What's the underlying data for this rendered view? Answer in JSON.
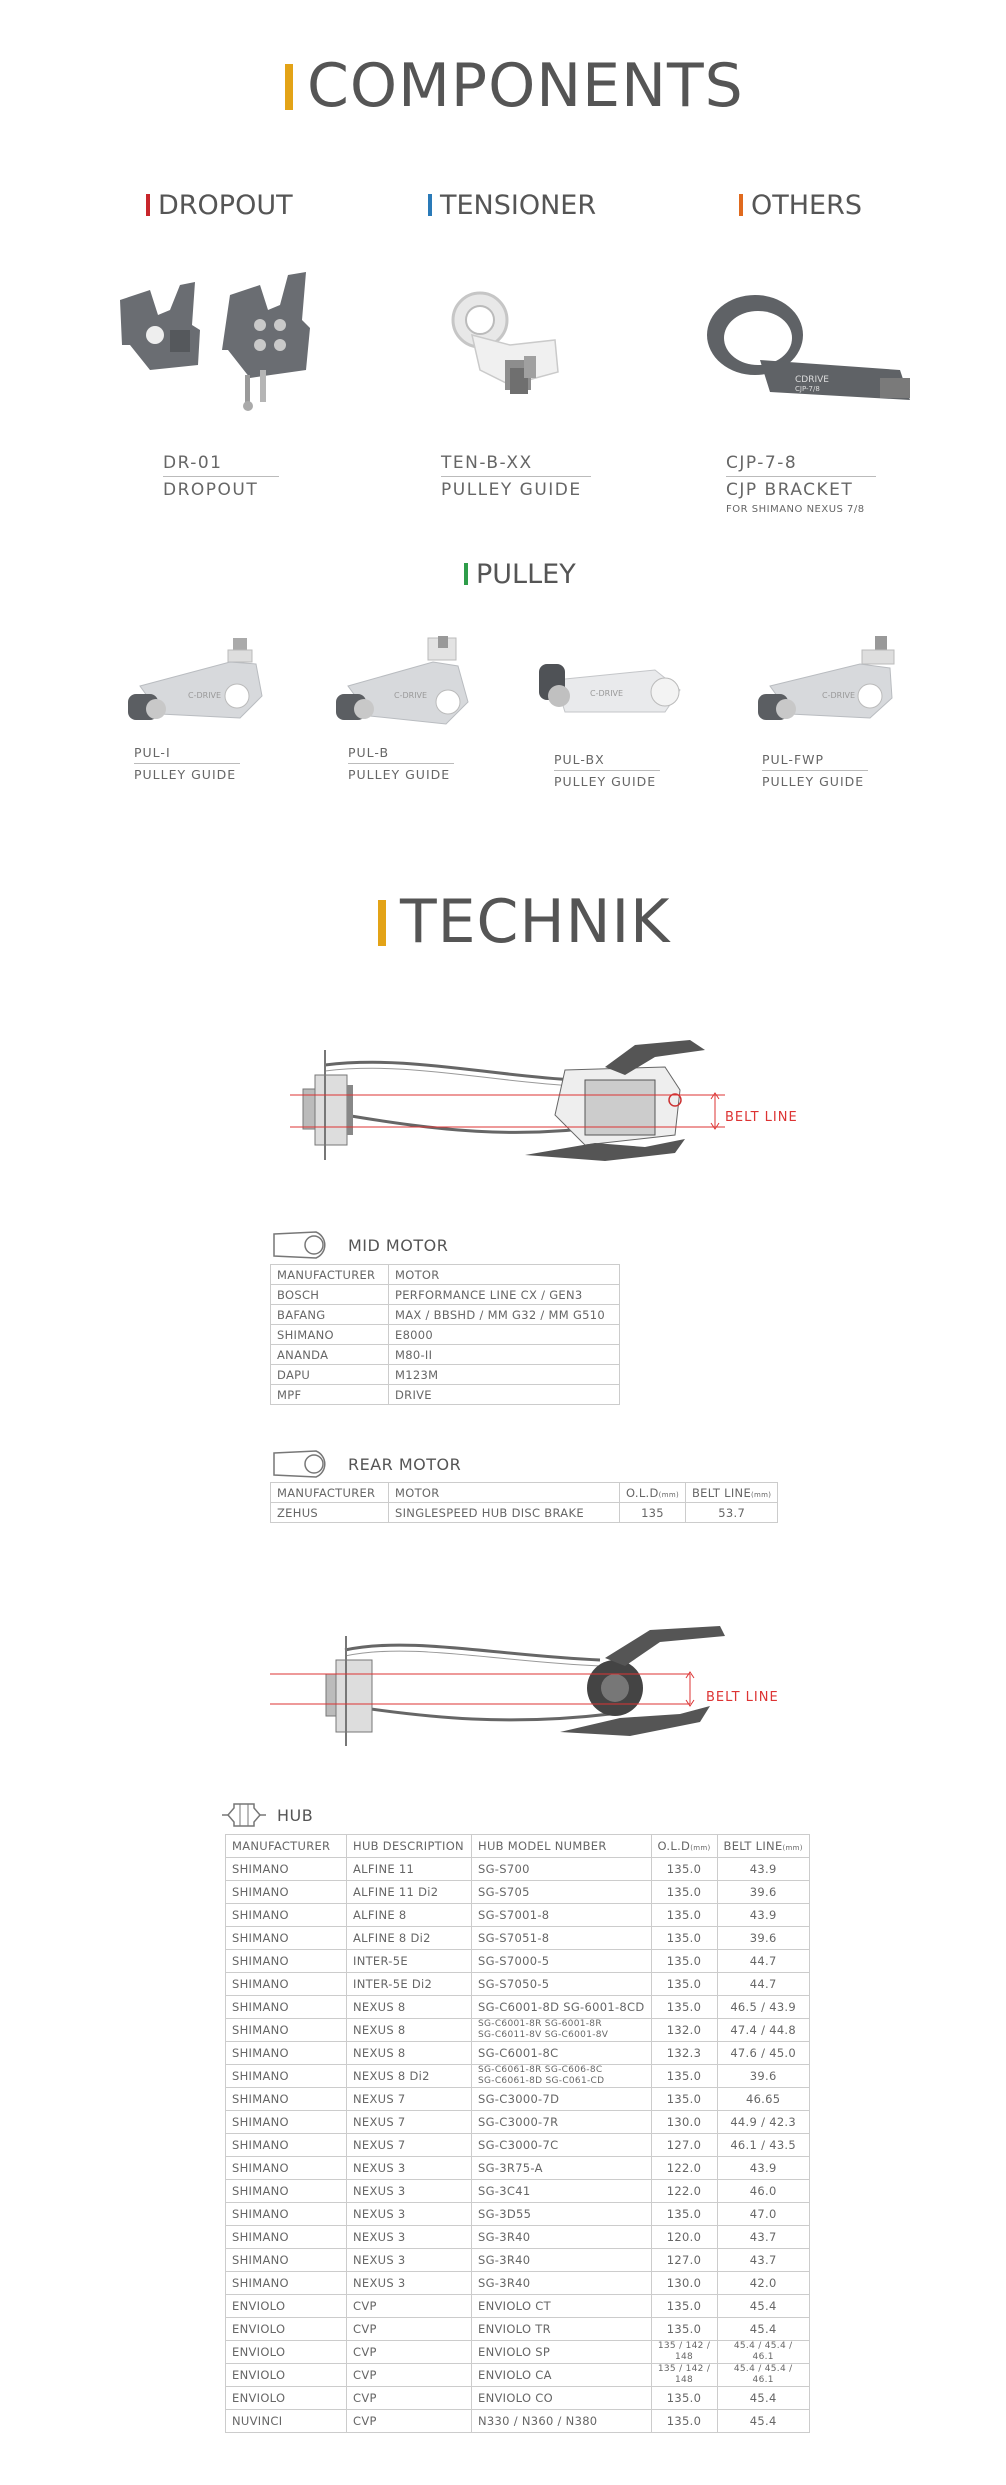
{
  "components": {
    "title": "COMPONENTS",
    "accent": "#e3a317",
    "categories": [
      {
        "name": "DROPOUT",
        "color": "#c8262b"
      },
      {
        "name": "TENSIONER",
        "color": "#2a7ab8"
      },
      {
        "name": "OTHERS",
        "color": "#e06a1e"
      }
    ],
    "products": [
      {
        "code": "DR-01",
        "name": "DROPOUT"
      },
      {
        "code": "TEN-B-XX",
        "name": "PULLEY GUIDE"
      },
      {
        "code": "CJP-7-8",
        "name": "CJP BRACKET",
        "note": "FOR SHIMANO NEXUS 7/8"
      }
    ],
    "pulley": {
      "name": "PULLEY",
      "color": "#2e9d4a",
      "items": [
        {
          "code": "PUL-I",
          "name": "PULLEY GUIDE"
        },
        {
          "code": "PUL-B",
          "name": "PULLEY GUIDE"
        },
        {
          "code": "PUL-BX",
          "name": "PULLEY GUIDE"
        },
        {
          "code": "PUL-FWP",
          "name": "PULLEY GUIDE"
        }
      ]
    }
  },
  "technik": {
    "title": "TECHNIK",
    "belt_line_label": "BELT LINE",
    "product_brand": "C-DRIVE",
    "bracket_brand_1": "CDRIVE",
    "bracket_brand_2": "CJP-7/8",
    "mid_motor": {
      "label": "MID MOTOR",
      "headers": [
        "MANUFACTURER",
        "MOTOR"
      ],
      "rows": [
        [
          "BOSCH",
          "PERFORMANCE LINE CX / GEN3"
        ],
        [
          "BAFANG",
          "MAX / BBSHD / MM G32 / MM G510"
        ],
        [
          "SHIMANO",
          "E8000"
        ],
        [
          "ANANDA",
          "M80-II"
        ],
        [
          "DAPU",
          "M123M"
        ],
        [
          "MPF",
          "DRIVE"
        ]
      ]
    },
    "rear_motor": {
      "label": "REAR MOTOR",
      "headers": [
        "MANUFACTURER",
        "MOTOR",
        "O.L.D",
        "BELT LINE"
      ],
      "unit": "(mm)",
      "rows": [
        [
          "ZEHUS",
          "SINGLESPEED HUB DISC BRAKE",
          "135",
          "53.7"
        ]
      ]
    },
    "hub": {
      "label": "HUB",
      "headers": [
        "MANUFACTURER",
        "HUB DESCRIPTION",
        "HUB MODEL NUMBER",
        "O.L.D",
        "BELT LINE"
      ],
      "unit": "(mm)",
      "rows": [
        [
          "SHIMANO",
          "ALFINE 11",
          "SG-S700",
          "135.0",
          "43.9"
        ],
        [
          "SHIMANO",
          "ALFINE 11 Di2",
          "SG-S705",
          "135.0",
          "39.6"
        ],
        [
          "SHIMANO",
          "ALFINE 8",
          "SG-S7001-8",
          "135.0",
          "43.9"
        ],
        [
          "SHIMANO",
          "ALFINE 8  Di2",
          "SG-S7051-8",
          "135.0",
          "39.6"
        ],
        [
          "SHIMANO",
          "INTER-5E",
          "SG-S7000-5",
          "135.0",
          "44.7"
        ],
        [
          "SHIMANO",
          "INTER-5E Di2",
          "SG-S7050-5",
          "135.0",
          "44.7"
        ],
        [
          "SHIMANO",
          "NEXUS 8",
          "SG-C6001-8D SG-6001-8CD",
          "135.0",
          "46.5 / 43.9"
        ],
        [
          "SHIMANO",
          "NEXUS 8",
          "SG-C6001-8R SG-6001-8R\nSG-C6011-8V SG-C6001-8V",
          "132.0",
          "47.4 / 44.8"
        ],
        [
          "SHIMANO",
          "NEXUS 8",
          "SG-C6001-8C",
          "132.3",
          "47.6 / 45.0"
        ],
        [
          "SHIMANO",
          "NEXUS 8 Di2",
          "SG-C6061-8R SG-C606-8C\nSG-C6061-8D SG-C061-CD",
          "135.0",
          "39.6"
        ],
        [
          "SHIMANO",
          "NEXUS 7",
          "SG-C3000-7D",
          "135.0",
          "46.65"
        ],
        [
          "SHIMANO",
          "NEXUS 7",
          "SG-C3000-7R",
          "130.0",
          "44.9 / 42.3"
        ],
        [
          "SHIMANO",
          "NEXUS 7",
          "SG-C3000-7C",
          "127.0",
          "46.1 / 43.5"
        ],
        [
          "SHIMANO",
          "NEXUS 3",
          "SG-3R75-A",
          "122.0",
          "43.9"
        ],
        [
          "SHIMANO",
          "NEXUS 3",
          "SG-3C41",
          "122.0",
          "46.0"
        ],
        [
          "SHIMANO",
          "NEXUS 3",
          "SG-3D55",
          "135.0",
          "47.0"
        ],
        [
          "SHIMANO",
          "NEXUS 3",
          "SG-3R40",
          "120.0",
          "43.7"
        ],
        [
          "SHIMANO",
          "NEXUS 3",
          "SG-3R40",
          "127.0",
          "43.7"
        ],
        [
          "SHIMANO",
          "NEXUS 3",
          "SG-3R40",
          "130.0",
          "42.0"
        ],
        [
          "ENVIOLO",
          "CVP",
          "ENVIOLO CT",
          "135.0",
          "45.4"
        ],
        [
          "ENVIOLO",
          "CVP",
          "ENVIOLO TR",
          "135.0",
          "45.4"
        ],
        [
          "ENVIOLO",
          "CVP",
          "ENVIOLO SP",
          "135 / 142 / 148",
          "45.4 / 45.4 / 46.1"
        ],
        [
          "ENVIOLO",
          "CVP",
          "ENVIOLO CA",
          "135 / 142 / 148",
          "45.4 / 45.4 / 46.1"
        ],
        [
          "ENVIOLO",
          "CVP",
          "ENVIOLO CO",
          "135.0",
          "45.4"
        ],
        [
          "NUVINCI",
          "CVP",
          "N330 / N360 / N380",
          "135.0",
          "45.4"
        ]
      ]
    }
  }
}
